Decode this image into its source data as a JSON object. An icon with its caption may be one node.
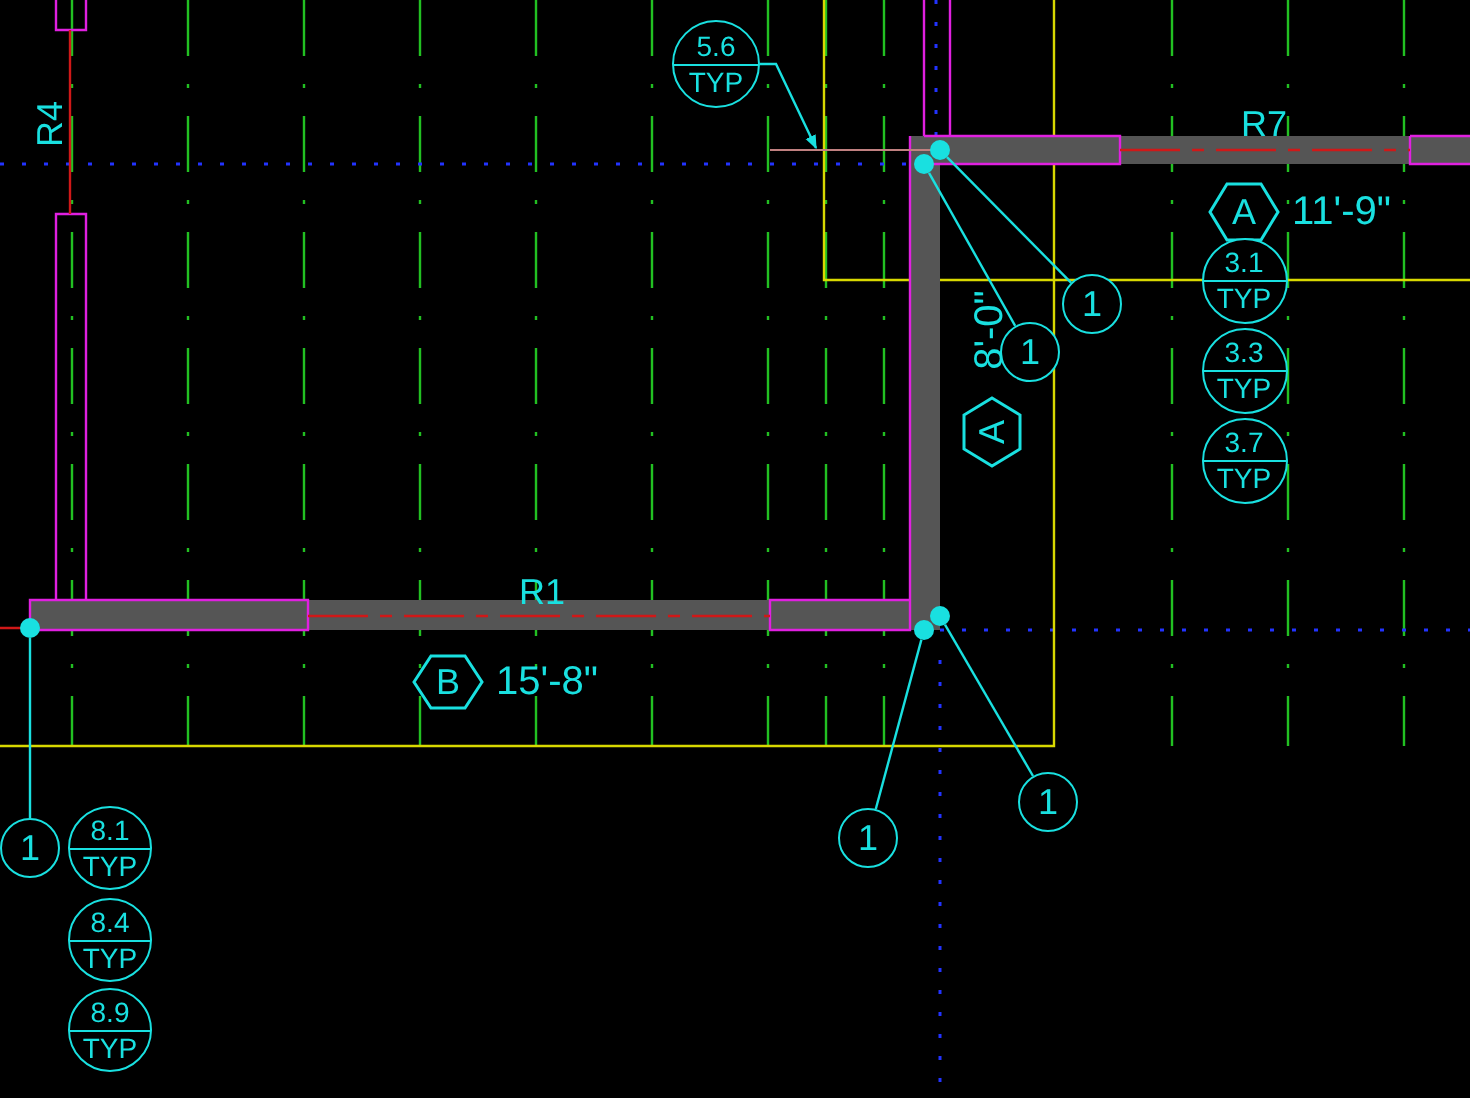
{
  "diagram": {
    "nodes": [
      {
        "text": [
          "5.6",
          "TYP"
        ]
      },
      {
        "text": [
          "1"
        ]
      },
      {
        "text": [
          "1"
        ]
      },
      {
        "text": [
          "A"
        ],
        "beside": [
          "11'-9\""
        ]
      },
      {
        "text": [
          "3.1",
          "TYP"
        ]
      },
      {
        "text": [
          "3.3",
          "TYP"
        ]
      },
      {
        "text": [
          "3.7",
          "TYP"
        ]
      },
      {
        "text": [
          "A"
        ]
      },
      {
        "text": [
          "B"
        ],
        "beside": [
          "15'-8\""
        ]
      },
      {
        "text": [
          "1"
        ]
      },
      {
        "text": [
          "8.1",
          "TYP"
        ]
      },
      {
        "text": [
          "8.4",
          "TYP"
        ]
      },
      {
        "text": [
          "8.9",
          "TYP"
        ]
      },
      {
        "text": [
          "1"
        ]
      },
      {
        "text": [
          "1"
        ]
      },
      {
        "text": [],
        "shape": "circle"
      },
      {
        "text": [],
        "shape": "circle"
      },
      {
        "text": [],
        "shape": "circle"
      },
      {
        "text": [],
        "shape": "circle"
      },
      {
        "text": [],
        "shape": "circle"
      }
    ],
    "edges": [
      {
        "from": 0,
        "to": null,
        "arrow": "to"
      },
      {
        "from": 1,
        "to": 15,
        "arrow": "none"
      },
      {
        "from": 2,
        "to": 16,
        "arrow": "none"
      },
      {
        "from": 9,
        "to": 17,
        "arrow": "none"
      },
      {
        "from": 13,
        "to": 18,
        "arrow": "none"
      },
      {
        "from": 14,
        "to": 19,
        "arrow": "none"
      }
    ],
    "labels": [
      "R4",
      "R7",
      "8'-0\"",
      "R1"
    ]
  }
}
